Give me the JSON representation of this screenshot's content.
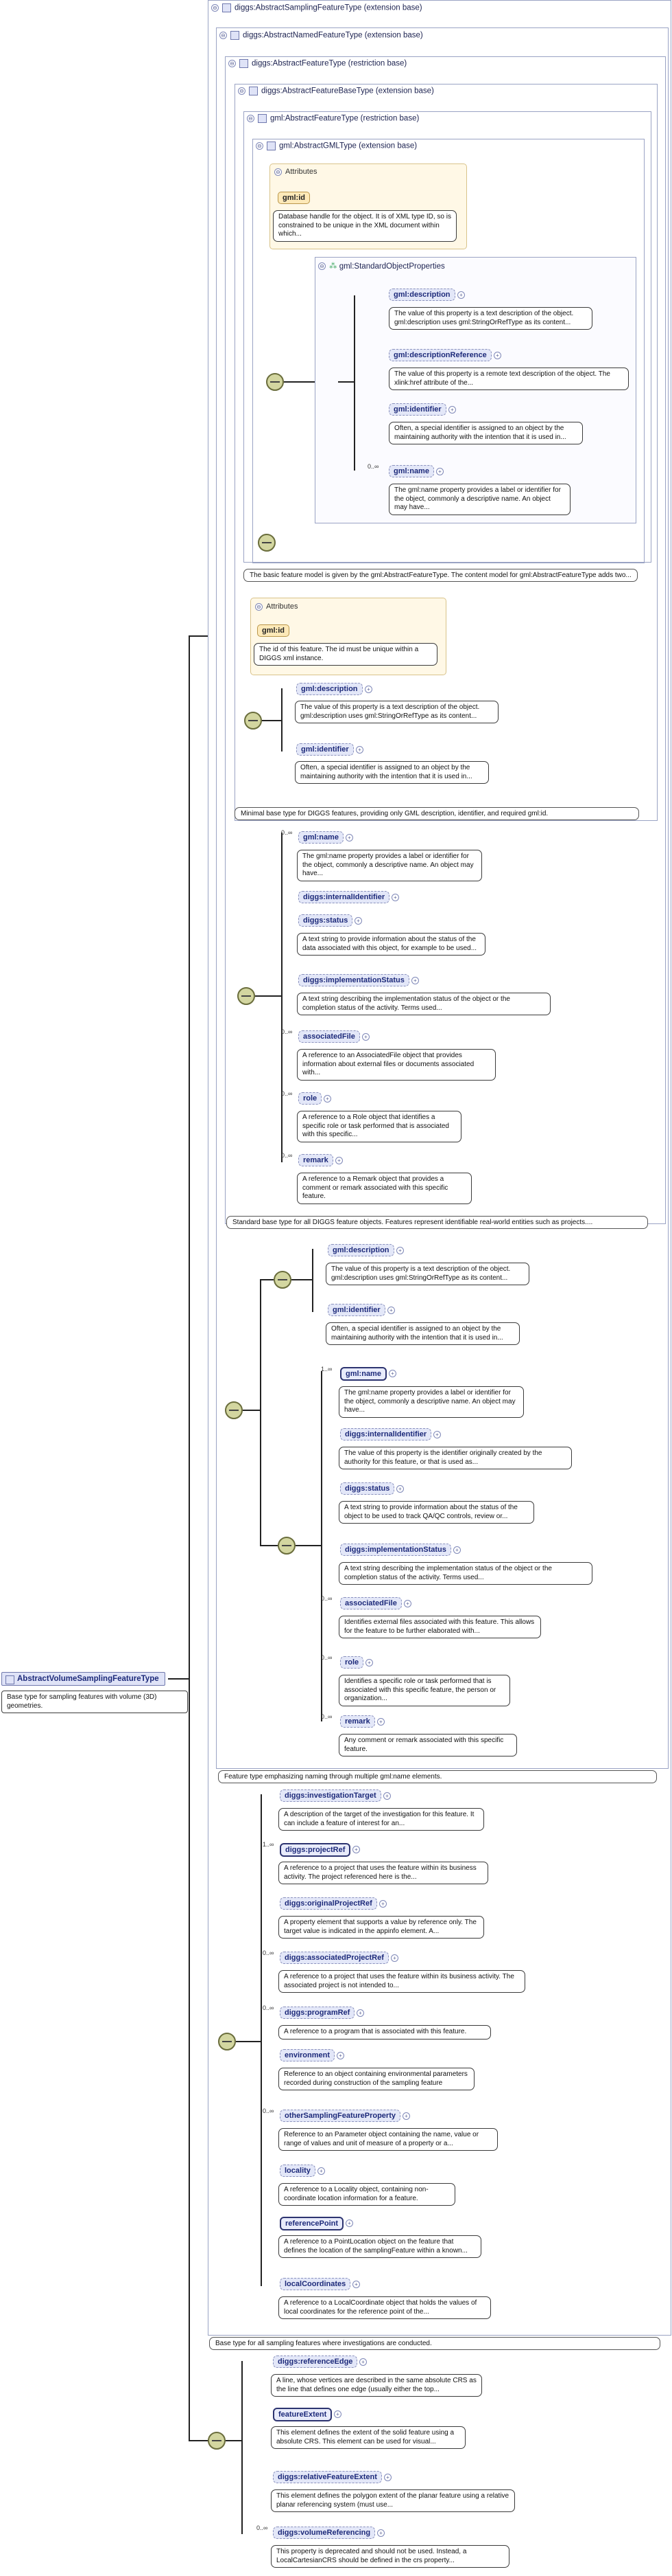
{
  "root": {
    "name": "AbstractVolumeSamplingFeatureType",
    "description": "Base type for sampling features with volume (3D) geometries."
  },
  "types": [
    {
      "label": "diggs:AbstractSamplingFeatureType (extension base)",
      "note": "Base type for all sampling features where investigations are conducted."
    },
    {
      "label": "diggs:AbstractNamedFeatureType (extension base)",
      "note": "Feature type emphasizing naming through multiple gml:name elements."
    },
    {
      "label": "diggs:AbstractFeatureType (restriction base)",
      "note": "Standard base type for all DIGGS feature objects. Features represent identifiable real-world entities such as projects...."
    },
    {
      "label": "diggs:AbstractFeatureBaseType (extension base)",
      "note": "Minimal base type for DIGGS features, providing only GML description, identifier, and required gml:id."
    },
    {
      "label": "gml:AbstractFeatureType (restriction base)",
      "note": "The basic feature model is given by the gml:AbstractFeatureType. The content model for gml:AbstractFeatureType adds two..."
    },
    {
      "label": "gml:AbstractGMLType (extension base)",
      "note": ""
    }
  ],
  "attributes_label": "Attributes",
  "gml_type": {
    "attr_name": "gml:id",
    "attr_desc": "Database handle for the object. It is of XML type ID, so is constrained to be unique in the XML document within which...",
    "group": "gml:StandardObjectProperties",
    "items": [
      {
        "name": "gml:description",
        "desc": "The value of this property is a text description of the object. gml:description uses gml:StringOrRefType as its content..."
      },
      {
        "name": "gml:descriptionReference",
        "desc": "The value of this property is a remote text description of the object. The xlink:href attribute of the..."
      },
      {
        "name": "gml:identifier",
        "desc": "Often, a special identifier is assigned to an object by the maintaining authority with the intention that it is used in..."
      },
      {
        "name": "gml:name",
        "card": "0..∞",
        "desc": "The gml:name property provides a label or identifier for the object, commonly a descriptive name. An object may have..."
      }
    ]
  },
  "feature_base": {
    "attr_name": "gml:id",
    "attr_desc": "The id of this feature. The id must be unique within a DIGGS xml instance.",
    "items": [
      {
        "name": "gml:description",
        "desc": "The value of this property is a text description of the object. gml:description uses gml:StringOrRefType as its content..."
      },
      {
        "name": "gml:identifier",
        "desc": "Often, a special identifier is assigned to an object by the maintaining authority with the intention that it is used in..."
      }
    ]
  },
  "diggs_feature": {
    "items": [
      {
        "name": "gml:name",
        "card": "0..∞",
        "desc": "The gml:name property provides a label or identifier for the object, commonly a descriptive name. An object may have..."
      },
      {
        "name": "diggs:internalIdentifier",
        "desc": ""
      },
      {
        "name": "diggs:status",
        "desc": "A text string to provide information about the status of the data associated with this object, for example to be used..."
      },
      {
        "name": "diggs:implementationStatus",
        "desc": "A text string describing the implementation status of the object or the completion status of the activity. Terms used..."
      },
      {
        "name": "associatedFile",
        "card": "0..∞",
        "desc": "A reference to an AssociatedFile object that provides information about external files or documents associated with..."
      },
      {
        "name": "role",
        "card": "0..∞",
        "desc": "A reference to a Role object that identifies a specific role or task performed that is associated with this specific..."
      },
      {
        "name": "remark",
        "card": "0..∞",
        "desc": "A reference to a Remark object that provides a comment or remark associated with this specific feature."
      }
    ]
  },
  "named_feature": {
    "items_a": [
      {
        "name": "gml:description",
        "desc": "The value of this property is a text description of the object. gml:description uses gml:StringOrRefType as its content..."
      },
      {
        "name": "gml:identifier",
        "desc": "Often, a special identifier is assigned to an object by the maintaining authority with the intention that it is used in..."
      }
    ],
    "items_b": [
      {
        "name": "gml:name",
        "card": "1..∞",
        "desc": "The gml:name property provides a label or identifier for the object, commonly a descriptive name. An object may have..."
      },
      {
        "name": "diggs:internalIdentifier",
        "desc": "The value of this property is the identifier originally created by the authority for this feature, or that is used as..."
      },
      {
        "name": "diggs:status",
        "desc": "A text string to provide information about the status of the object to be used to track QA/QC controls, review or..."
      },
      {
        "name": "diggs:implementationStatus",
        "desc": "A text string describing the implementation status of the object or the completion status of the activity. Terms used..."
      },
      {
        "name": "associatedFile",
        "card": "0..∞",
        "desc": "Identifies external files associated with this feature. This allows for the feature to be further elaborated with..."
      },
      {
        "name": "role",
        "card": "0..∞",
        "desc": "Identifies a specific role or task performed that is associated with this specific feature, the person or organization..."
      },
      {
        "name": "remark",
        "card": "0..∞",
        "desc": "Any comment or remark associated with this specific feature."
      }
    ]
  },
  "sampling_feature": {
    "items": [
      {
        "name": "diggs:investigationTarget",
        "desc": "A description of the target of the investigation for this feature. It can include a feature of interest for an..."
      },
      {
        "name": "diggs:projectRef",
        "card": "1..∞",
        "desc": "A reference to a project that uses the feature within its business activity. The project referenced here is the..."
      },
      {
        "name": "diggs:originalProjectRef",
        "desc": "A property element that supports a value by reference only. The target value is indicated in the appinfo element. A..."
      },
      {
        "name": "diggs:associatedProjectRef",
        "card": "0..∞",
        "desc": "A reference to a project that uses the feature within its business activity. The associated project is not intended to..."
      },
      {
        "name": "diggs:programRef",
        "card": "0..∞",
        "desc": "A reference to a program that is associated with this feature."
      },
      {
        "name": "environment",
        "desc": "Reference to an object containing environmental parameters recorded during construction of the sampling feature"
      },
      {
        "name": "otherSamplingFeatureProperty",
        "card": "0..∞",
        "desc": "Reference to an Parameter object containing the name, value or range of values and unit of measure of a property or a..."
      },
      {
        "name": "locality",
        "desc": "A reference to a Locality object, containing non-coordinate location information for a feature."
      },
      {
        "name": "referencePoint",
        "desc": "A reference to a PointLocation object on the feature that defines the location of the samplingFeature within a known..."
      },
      {
        "name": "localCoordinates",
        "desc": "A reference to a LocalCoordinate object that holds the values of local coordinates for the reference point of the..."
      }
    ]
  },
  "volume": {
    "items": [
      {
        "name": "diggs:referenceEdge",
        "desc": "A line, whose vertices are described in the same absolute CRS as the line that defines one edge (usually either the top..."
      },
      {
        "name": "featureExtent",
        "desc": "This element defines the extent of the solid feature using a absolute CRS. This element can be used for visual..."
      },
      {
        "name": "diggs:relativeFeatureExtent",
        "desc": "This element defines the polygon extent of the planar feature using a relative planar referencing system (must use..."
      },
      {
        "name": "diggs:volumeReferencing",
        "card": "0..∞",
        "desc": "This property is deprecated and should not be used. Instead, a LocalCartesianCRS should be defined in the crs property..."
      }
    ]
  }
}
